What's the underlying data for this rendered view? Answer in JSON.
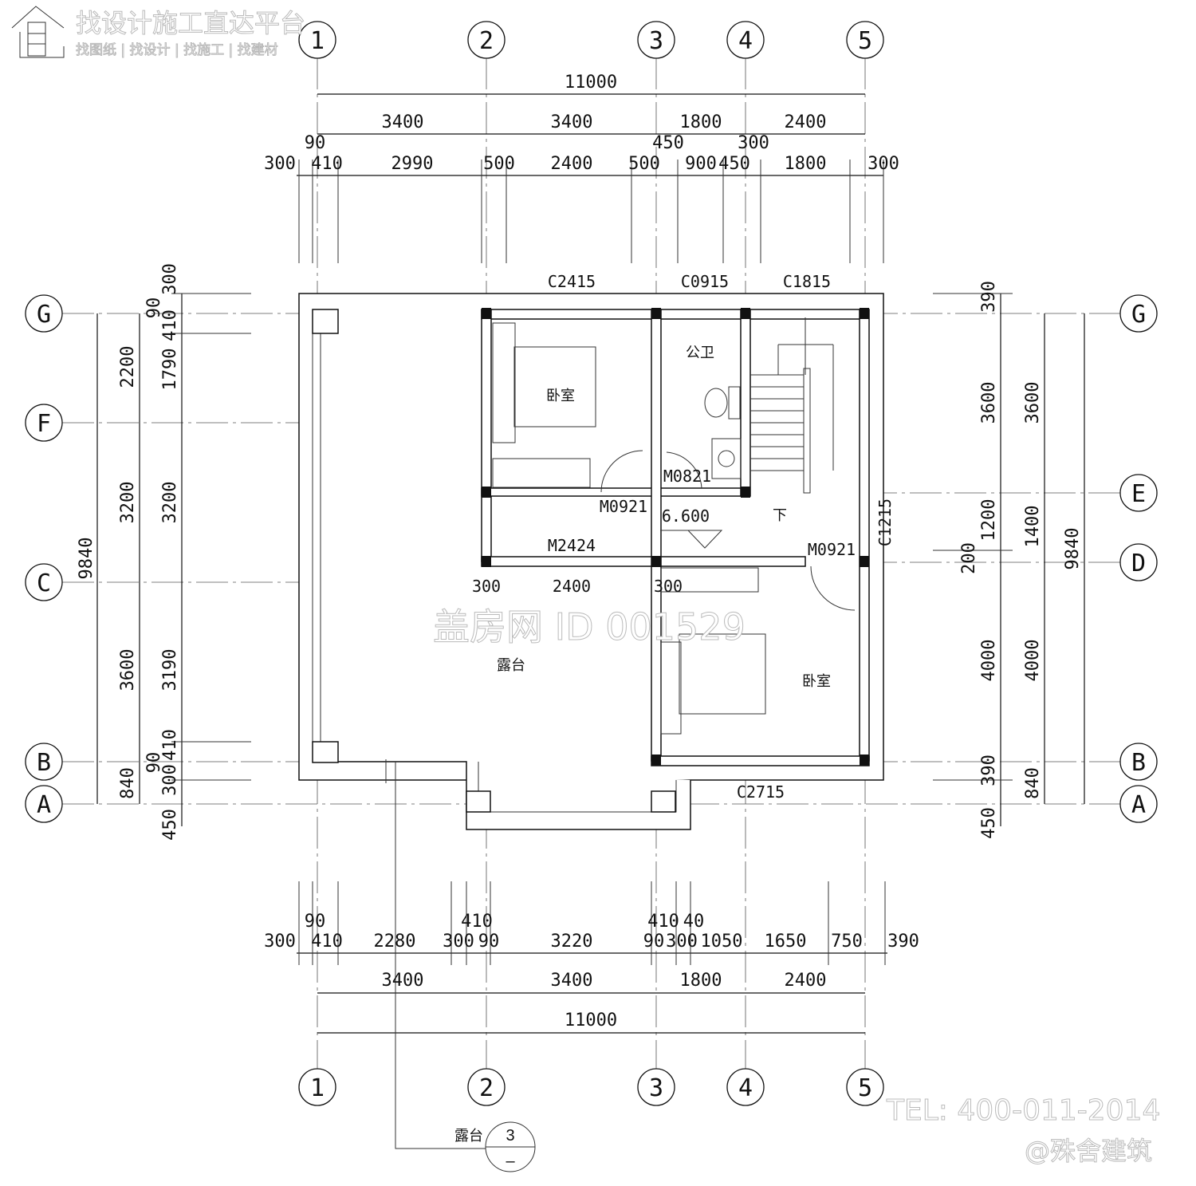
{
  "watermark": {
    "title": "找设计施工直达平台",
    "subtitle": "找图纸 | 找设计 | 找施工 | 找建材",
    "id_mark": "盖房网 ID 001529",
    "tel": "TEL: 400-011-2014",
    "brand": "@殊舍建筑"
  },
  "axes": {
    "columns": [
      "1",
      "2",
      "3",
      "4",
      "5"
    ],
    "rows": [
      "G",
      "F",
      "E",
      "D",
      "C",
      "B",
      "A"
    ]
  },
  "dims_top": {
    "total": "11000",
    "grid": [
      "3400",
      "3400",
      "1800",
      "2400"
    ],
    "detail": [
      "300",
      "90",
      "410",
      "2990",
      "500",
      "2400",
      "500",
      "450",
      "900",
      "450",
      "300",
      "1800",
      "300"
    ]
  },
  "dims_bottom": {
    "detail": [
      "300",
      "90",
      "410",
      "2280",
      "300",
      "410",
      "90",
      "3220",
      "90",
      "410",
      "40",
      "300",
      "1050",
      "1650",
      "750",
      "390"
    ],
    "grid": [
      "3400",
      "3400",
      "1800",
      "2400"
    ],
    "total": "11000"
  },
  "dims_left": {
    "total": "9840",
    "grid": [
      "2200",
      "3200",
      "3600",
      "840"
    ],
    "detail": [
      "300",
      "90",
      "410",
      "1790",
      "3200",
      "3190",
      "410",
      "90",
      "300",
      "450"
    ]
  },
  "dims_right": {
    "detail": [
      "390",
      "3600",
      "1200",
      "200",
      "4000",
      "390",
      "450"
    ],
    "grid": [
      "3600",
      "1400",
      "4000",
      "840"
    ],
    "total": "9840"
  },
  "windows": [
    "C2415",
    "C0915",
    "C1815",
    "C1215",
    "C2715"
  ],
  "doors": [
    "M0921",
    "M0821",
    "M2424",
    "M0921"
  ],
  "rooms": {
    "bedroom1": "卧室",
    "bathroom": "公卫",
    "bedroom2": "卧室",
    "terrace": "露台"
  },
  "elevation": "6.600",
  "stair_down": "下",
  "inner_dims": [
    "300",
    "2400",
    "300"
  ],
  "callout": {
    "label": "露台",
    "number": "3",
    "sheet": "–"
  }
}
